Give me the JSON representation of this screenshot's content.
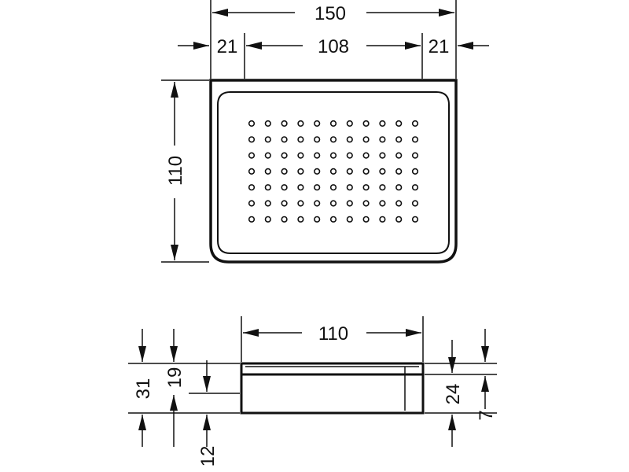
{
  "top_view": {
    "width_total": "150",
    "width_left": "21",
    "width_center": "108",
    "width_right": "21",
    "depth": "110"
  },
  "side_view": {
    "depth": "110",
    "height_total": "31",
    "height_upper": "19",
    "height_base": "12",
    "height_right_main": "24",
    "height_right_lip": "7"
  },
  "hole_grid": {
    "rows": 7,
    "cols": 11
  },
  "colors": {
    "line": "#111111",
    "background": "#ffffff"
  }
}
